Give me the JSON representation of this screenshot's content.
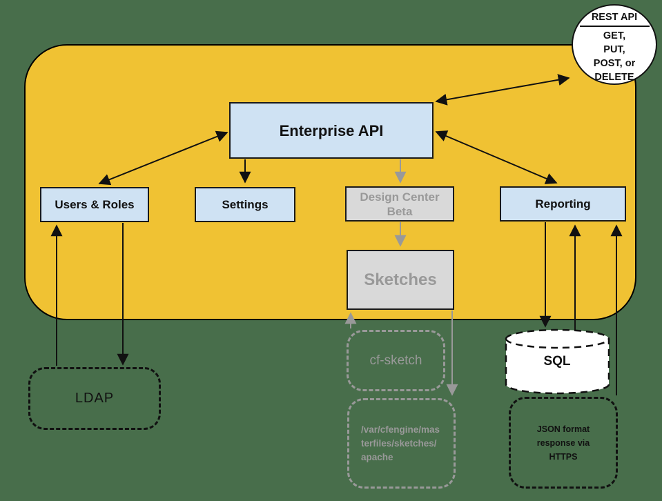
{
  "diagram": {
    "nodes": {
      "enterprise_api": "Enterprise API",
      "users_roles": "Users & Roles",
      "settings": "Settings",
      "design_center": "Design Center Beta",
      "reporting": "Reporting",
      "sketches": "Sketches",
      "ldap": "LDAP",
      "cf_sketch": "cf-sketch",
      "sketch_path_lines": [
        "/var/cfengine/mas",
        "terfiles/sketches/",
        "apache"
      ],
      "sql": "SQL",
      "json_response": "JSON format response via HTTPS",
      "rest_api": {
        "title": "REST API",
        "methods": [
          "GET,",
          "PUT,",
          "POST, or",
          "DELETE"
        ]
      }
    },
    "colors": {
      "background": "#486E4B",
      "container_fill": "#F0C233",
      "node_fill_blue": "#CFE2F3",
      "node_fill_gray": "#D9D9D9",
      "muted_text": "#999999",
      "arrow_black": "#111111",
      "arrow_gray": "#999999"
    }
  }
}
